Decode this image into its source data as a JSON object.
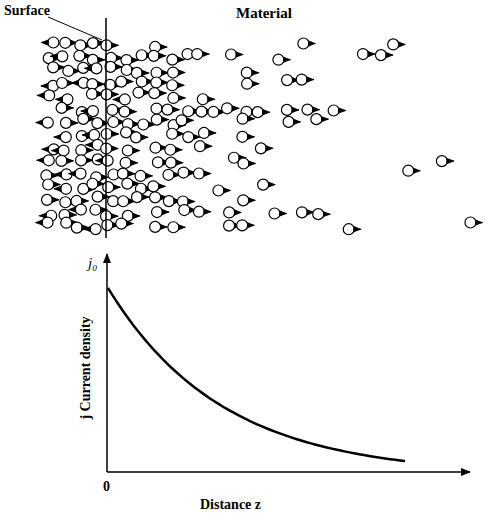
{
  "diagram": {
    "labels": [
      "Surface",
      "Material",
      "j₀",
      "j Current density",
      "0",
      "Distance z"
    ]
  }
}
